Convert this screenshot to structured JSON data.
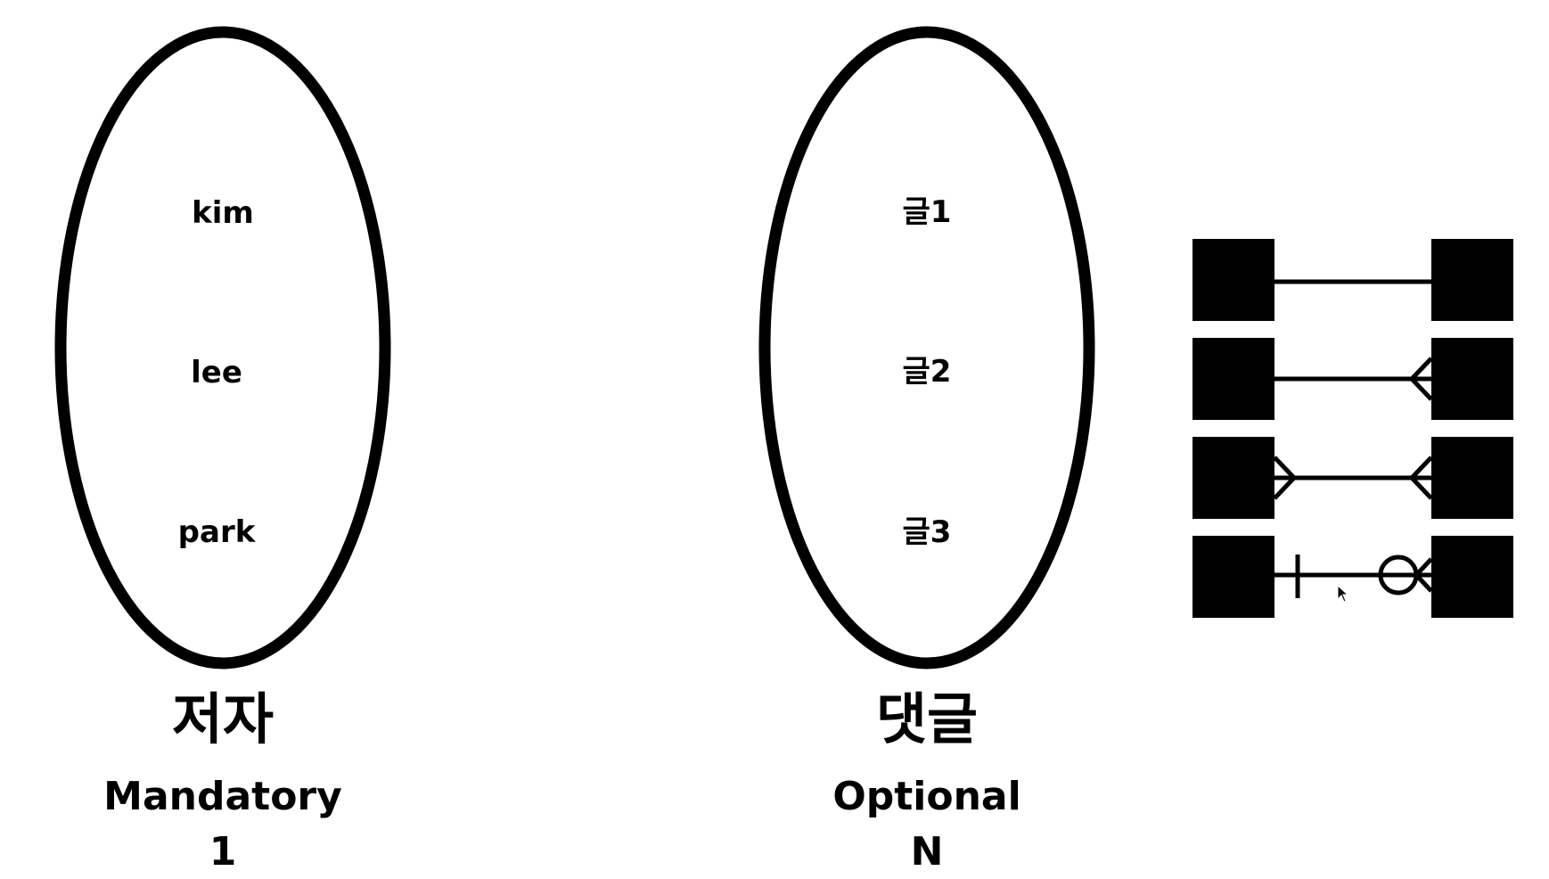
{
  "left_set": {
    "members": [
      "kim",
      "lee",
      "park"
    ],
    "name": "저자",
    "participation": "Mandatory",
    "cardinality": "1"
  },
  "right_set": {
    "members": [
      "글1",
      "글2",
      "글3"
    ],
    "name": "댓글",
    "participation": "Optional",
    "cardinality": "N"
  },
  "legend": {
    "rows": [
      {
        "left": "none",
        "right": "none"
      },
      {
        "left": "none",
        "right": "many"
      },
      {
        "left": "many",
        "right": "many"
      },
      {
        "left": "one",
        "right": "zero-or-many"
      }
    ]
  },
  "colors": {
    "background": "#ffffff",
    "ink": "#000000"
  }
}
